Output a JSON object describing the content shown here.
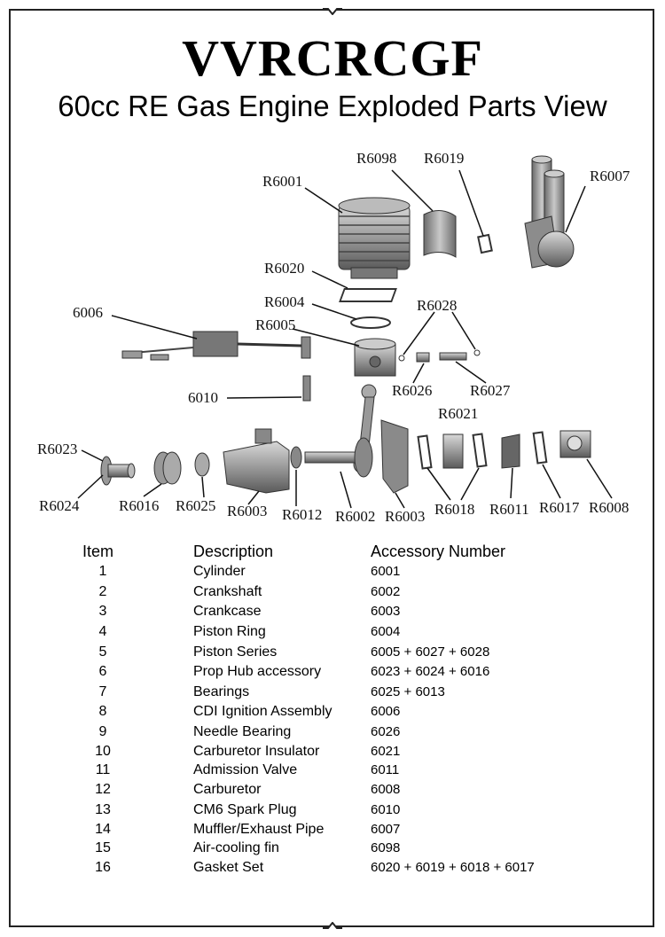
{
  "brand": "VVRCRCGF",
  "subtitle": "60cc RE Gas Engine Exploded Parts View",
  "part_labels": {
    "r6001": "R6001",
    "r6098": "R6098",
    "r6019": "R6019",
    "r6007": "R6007",
    "r6020": "R6020",
    "r6004": "R6004",
    "l6006": "6006",
    "r6005": "R6005",
    "r6028": "R6028",
    "r6026": "R6026",
    "r6027": "R6027",
    "l6010": "6010",
    "r6021": "R6021",
    "r6023": "R6023",
    "r6024": "R6024",
    "r6016": "R6016",
    "r6025": "R6025",
    "r6003a": "R6003",
    "r6012": "R6012",
    "r6002": "R6002",
    "r6003b": "R6003",
    "r6018": "R6018",
    "r6011": "R6011",
    "r6017": "R6017",
    "r6008": "R6008"
  },
  "table": {
    "headers": {
      "item": "Item",
      "description": "Description",
      "accessory": "Accessory Number"
    },
    "rows": [
      {
        "item": "1",
        "description": "Cylinder",
        "accessory": "6001"
      },
      {
        "item": "2",
        "description": "Crankshaft",
        "accessory": "6002"
      },
      {
        "item": "3",
        "description": "Crankcase",
        "accessory": "6003"
      },
      {
        "item": "4",
        "description": "Piston Ring",
        "accessory": "6004"
      },
      {
        "item": "5",
        "description": "Piston Series",
        "accessory": "6005 + 6027 + 6028"
      },
      {
        "item": "6",
        "description": "Prop Hub accessory",
        "accessory": "6023 + 6024 + 6016"
      },
      {
        "item": "7",
        "description": "Bearings",
        "accessory": "6025 + 6013"
      },
      {
        "item": "8",
        "description": "CDI Ignition Assembly",
        "accessory": "6006"
      },
      {
        "item": "9",
        "description": "Needle Bearing",
        "accessory": "6026"
      },
      {
        "item": "10",
        "description": "Carburetor Insulator",
        "accessory": "6021"
      },
      {
        "item": "11",
        "description": "Admission Valve",
        "accessory": "6011"
      },
      {
        "item": "12",
        "description": "Carburetor",
        "accessory": "6008"
      },
      {
        "item": "13",
        "description": "CM6 Spark Plug",
        "accessory": "6010"
      },
      {
        "item": "14",
        "description": "Muffler/Exhaust Pipe",
        "accessory": "6007"
      },
      {
        "item": "15",
        "description": "Air-cooling fin",
        "accessory": "6098"
      },
      {
        "item": "16",
        "description": "Gasket Set",
        "accessory": "6020 + 6019 + 6018 + 6017"
      }
    ]
  }
}
